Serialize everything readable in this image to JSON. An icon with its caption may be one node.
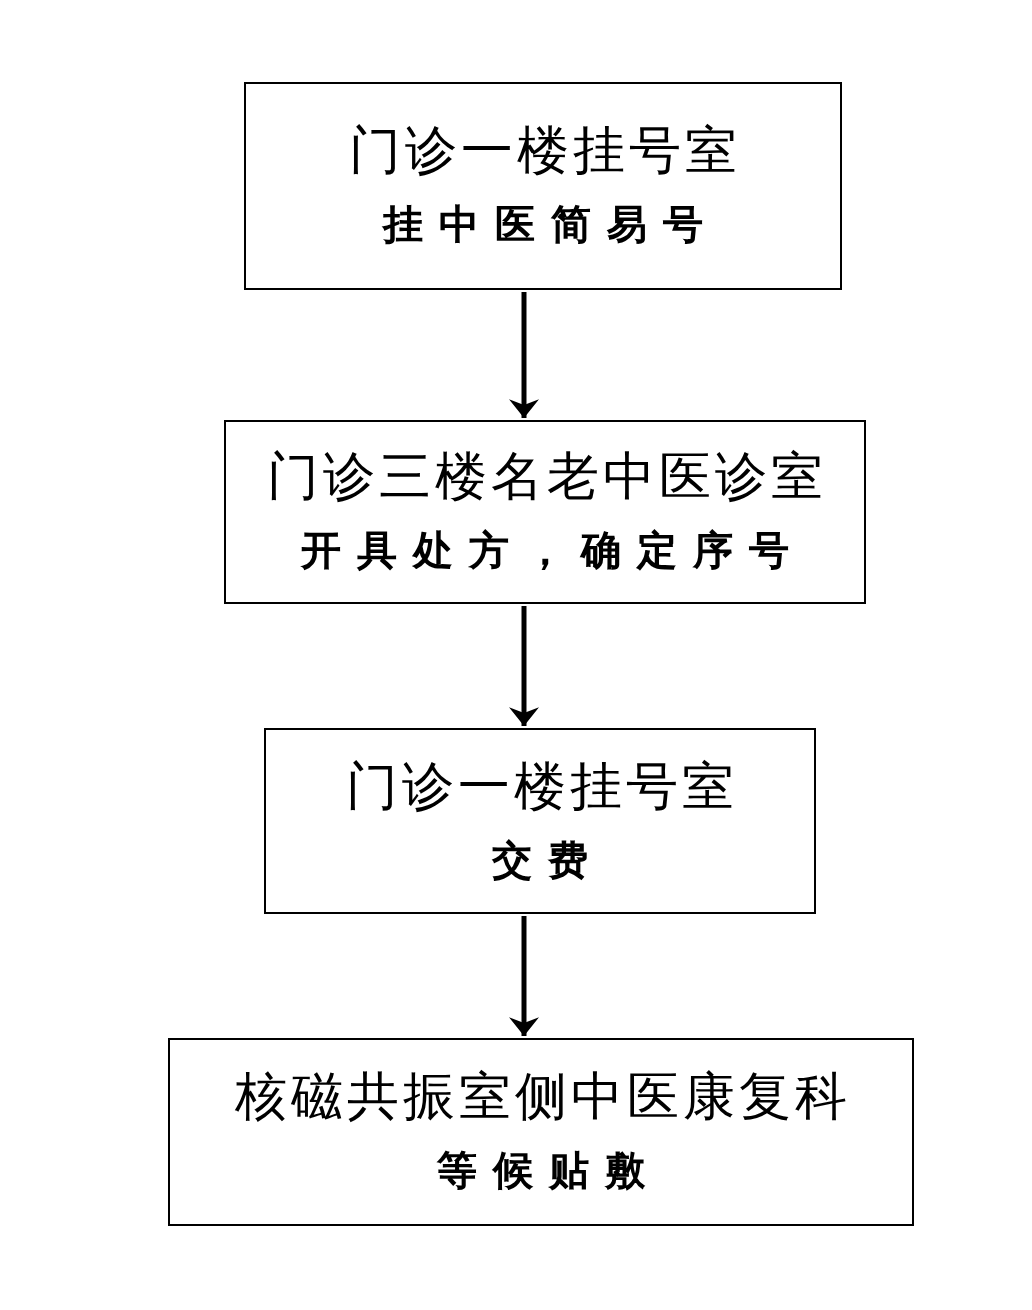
{
  "diagram": {
    "nodes": [
      {
        "text": [
          "门诊一楼挂号室",
          "挂中医简易号"
        ]
      },
      {
        "text": [
          "门诊三楼名老中医诊室",
          "开具处方，确定序号"
        ]
      },
      {
        "text": [
          "门诊一楼挂号室",
          "交费"
        ]
      },
      {
        "text": [
          "核磁共振室侧中医康复科",
          "等候贴敷"
        ]
      }
    ],
    "edges": [
      {
        "from": 0,
        "to": 1,
        "arrow": "to"
      },
      {
        "from": 1,
        "to": 2,
        "arrow": "to"
      },
      {
        "from": 2,
        "to": 3,
        "arrow": "to"
      }
    ]
  }
}
